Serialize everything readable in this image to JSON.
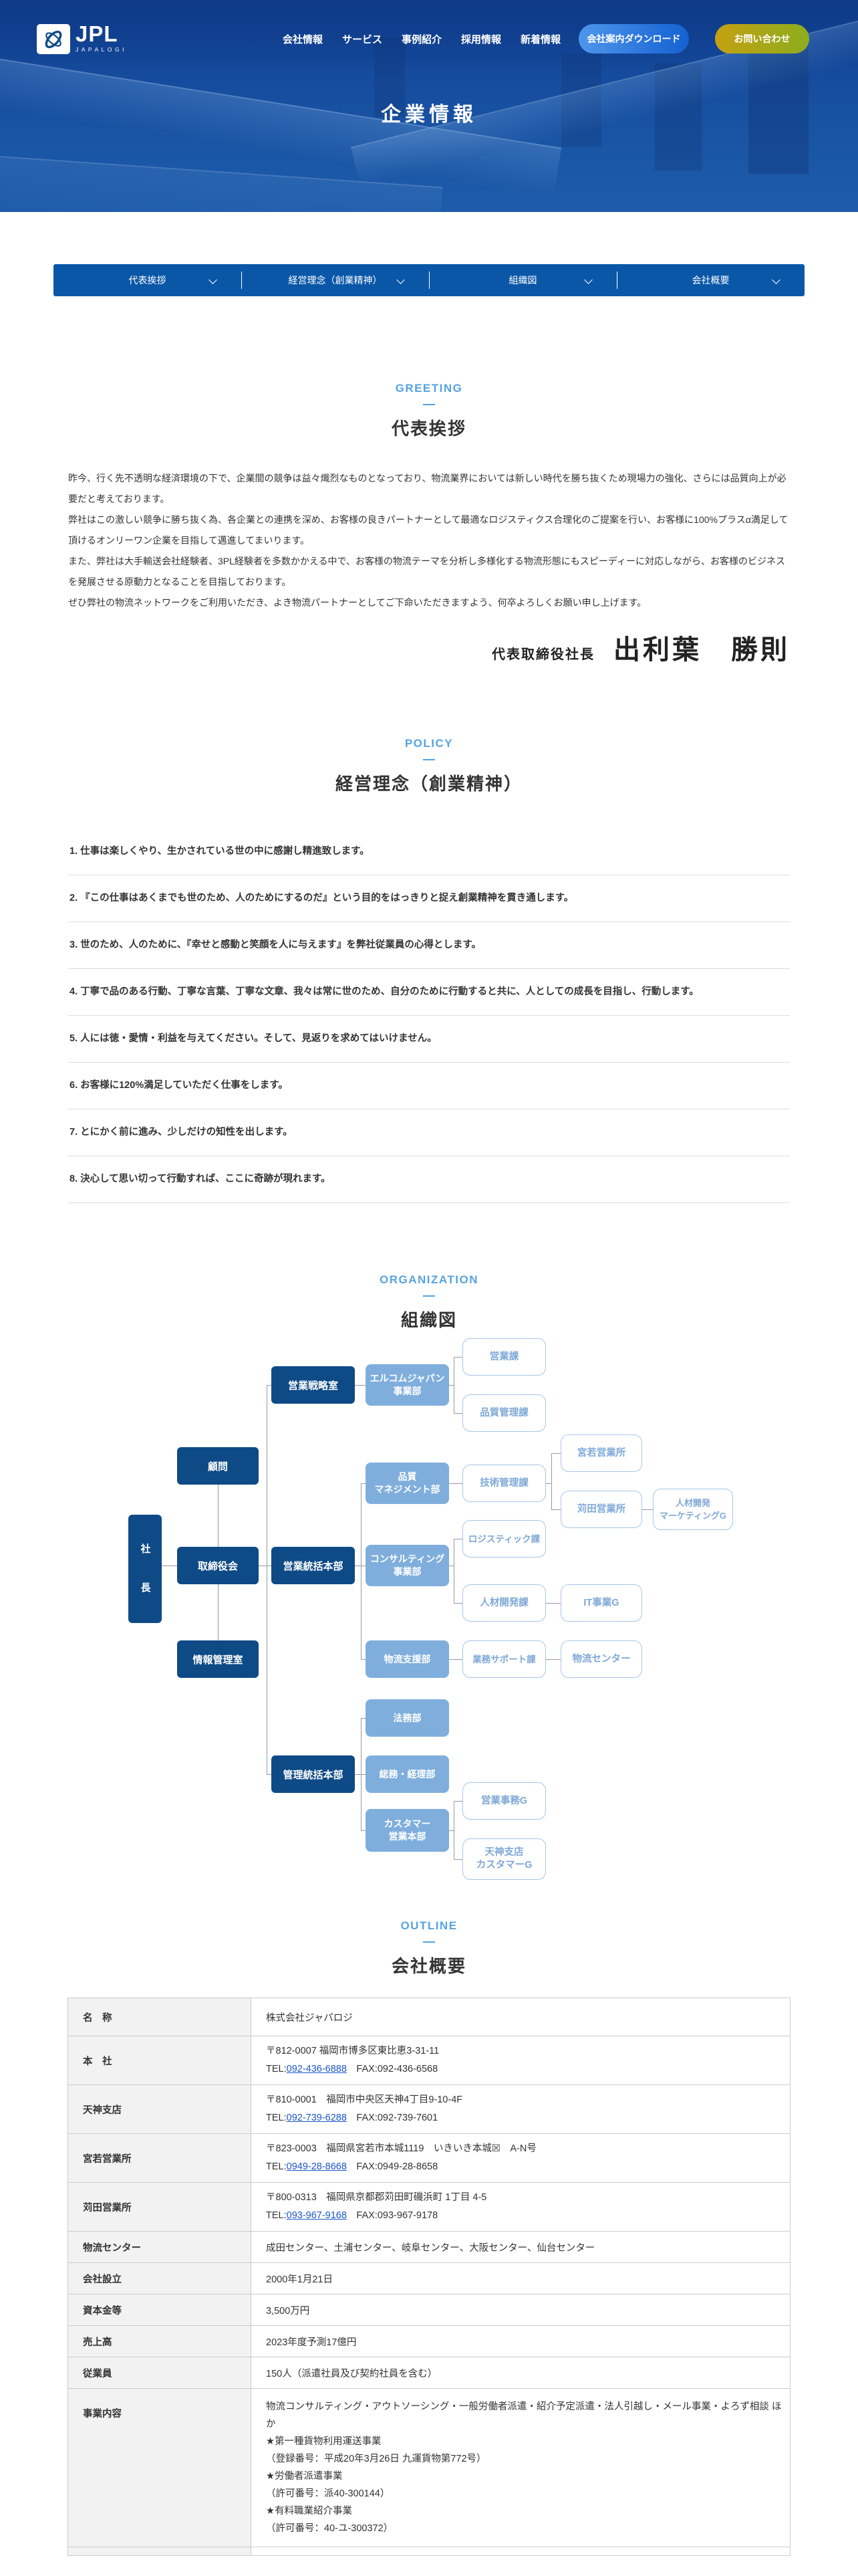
{
  "colors": {
    "header_blue": "#154A9D",
    "anchor_bar_blue": "#0A57A8",
    "section_label_blue": "#57A3DF",
    "org_dark_blue": "#0E4A86",
    "org_light_blue": "#7FAEDC",
    "org_outline_blue": "#A6C6E8",
    "link_blue": "#1A56C8",
    "download_gradient": [
      "#4E96EC",
      "#1461D2"
    ],
    "contact_gradient": [
      "#C5A012",
      "#8CAD1E"
    ]
  },
  "header": {
    "logo": {
      "text": "JPL",
      "subtext": "JAPALOGI"
    },
    "nav": [
      "会社情報",
      "サービス",
      "事例紹介",
      "採用情報",
      "新着情報"
    ],
    "download_button": "会社案内ダウンロード",
    "contact_button": "お問い合わせ"
  },
  "hero": {
    "title": "企業情報"
  },
  "anchor_nav": [
    {
      "label": "代表挨拶"
    },
    {
      "label": "経営理念（創業精神）"
    },
    {
      "label": "組織図"
    },
    {
      "label": "会社概要"
    }
  ],
  "greeting": {
    "label": "GREETING",
    "title": "代表挨拶",
    "paragraphs": [
      "昨今、行く先不透明な経済環境の下で、企業間の競争は益々熾烈なものとなっており、物流業界においては新しい時代を勝ち抜くため現場力の強化、さらには品質向上が必要だと考えております。",
      "弊社はこの激しい競争に勝ち抜く為、各企業との連携を深め、お客様の良きパートナーとして最適なロジスティクス合理化のご提案を行い、お客様に100%プラスα満足して頂けるオンリーワン企業を目指して邁進してまいります。",
      "また、弊社は大手輸送会社経験者、3PL経験者を多数かかえる中で、お客様の物流テーマを分析し多様化する物流形態にもスピーディーに対応しながら、お客様のビジネスを発展させる原動力となることを目指しております。",
      "ぜひ弊社の物流ネットワークをご利用いただき、よき物流パートナーとしてご下命いただきますよう、何卒よろしくお願い申し上げます。"
    ],
    "signature_title": "代表取締役社長",
    "signature_name": "出利葉　勝則"
  },
  "policy": {
    "label": "POLICY",
    "title": "経営理念（創業精神）",
    "items": [
      "1. 仕事は楽しくやり、生かされている世の中に感謝し精進致します。",
      "2. 『この仕事はあくまでも世のため、人のためにするのだ』という目的をはっきりと捉え創業精神を貫き通します。",
      "3. 世のため、人のために、『幸せと感動と笑顔を人に与えます』を弊社従業員の心得とします。",
      "4. 丁寧で品のある行動、丁寧な言葉、丁寧な文章、我々は常に世のため、自分のために行動すると共に、人としての成長を目指し、行動します。",
      "5. 人には徳・愛情・利益を与えてください。そして、見返りを求めてはいけません。",
      "6. お客様に120%満足していただく仕事をします。",
      "7. とにかく前に進み、少しだけの知性を出します。",
      "8. 決心して思い切って行動すれば、ここに奇跡が現れます。"
    ]
  },
  "organization": {
    "label": "ORGANIZATION",
    "title": "組織図",
    "nodes": [
      {
        "id": "president",
        "label": "社　長"
      },
      {
        "id": "komon",
        "label": "顧問"
      },
      {
        "id": "torishimari",
        "label": "取締役会"
      },
      {
        "id": "joho",
        "label": "情報管理室"
      },
      {
        "id": "senryaku",
        "label": "営業戦略室"
      },
      {
        "id": "eigyo-tokatsu",
        "label": "営業統括本部"
      },
      {
        "id": "kanri-tokatsu",
        "label": "管理統括本部"
      },
      {
        "id": "elcom",
        "label": "エルコムジャパン\n事業部"
      },
      {
        "id": "hinshitsu-mgmt",
        "label": "品質\nマネジメント部"
      },
      {
        "id": "consulting",
        "label": "コンサルティング\n事業部"
      },
      {
        "id": "butsuryu-shien",
        "label": "物流支援部"
      },
      {
        "id": "homu",
        "label": "法務部"
      },
      {
        "id": "somu",
        "label": "総務・経理部"
      },
      {
        "id": "customer",
        "label": "カスタマー\n営業本部"
      },
      {
        "id": "eigyo-ka",
        "label": "営業課"
      },
      {
        "id": "hinshitsu-kanri",
        "label": "品質管理課"
      },
      {
        "id": "gijutsu",
        "label": "技術管理課"
      },
      {
        "id": "logistic",
        "label": "ロジスティック課"
      },
      {
        "id": "jinzai-kaihatsu",
        "label": "人材開発課"
      },
      {
        "id": "gyomu-support",
        "label": "業務サポート課"
      },
      {
        "id": "eigyo-jimu",
        "label": "営業事務G"
      },
      {
        "id": "tenjin-customer",
        "label": "天神支店\nカスタマーG"
      },
      {
        "id": "miyawaka",
        "label": "宮若営業所"
      },
      {
        "id": "kanda",
        "label": "苅田営業所"
      },
      {
        "id": "it",
        "label": "IT事業G"
      },
      {
        "id": "butsuryu-center",
        "label": "物流センター"
      },
      {
        "id": "jinzai-mkt",
        "label": "人材開発\nマーケティングG"
      }
    ]
  },
  "outline": {
    "label": "OUTLINE",
    "title": "会社概要",
    "rows": [
      {
        "label": "名　称",
        "text": "株式会社ジャパロジ"
      },
      {
        "label": "本　社",
        "address": "〒812-0007 福岡市博多区東比恵3-31-11",
        "tel_label": "TEL:",
        "tel": "092-436-6888",
        "fax": "　FAX:092-436-6568"
      },
      {
        "label": "天神支店",
        "address": "〒810-0001　福岡市中央区天神4丁目9-10-4F",
        "tel_label": "TEL:",
        "tel": "092-739-6288",
        "fax": "　FAX:092-739-7601"
      },
      {
        "label": "宮若営業所",
        "address": "〒823-0003　福岡県宮若市本城1119　いきいき本城☒　A-N号",
        "tel_label": "TEL:",
        "tel": "0949-28-8668",
        "fax": "　FAX:0949-28-8658"
      },
      {
        "label": "苅田営業所",
        "address": "〒800-0313　福岡県京都郡苅田町磯浜町 1丁目 4-5",
        "tel_label": "TEL:",
        "tel": "093-967-9168",
        "fax": "　FAX:093-967-9178"
      },
      {
        "label": "物流センター",
        "text": "成田センター、土浦センター、岐阜センター、大阪センター、仙台センター"
      },
      {
        "label": "会社設立",
        "text": "2000年1月21日"
      },
      {
        "label": "資本金等",
        "text": "3,500万円"
      },
      {
        "label": "売上高",
        "text": "2023年度予測17億円"
      },
      {
        "label": "従業員",
        "text": "150人（派遣社員及び契約社員を含む）"
      },
      {
        "label": "事業内容",
        "lines": [
          "物流コンサルティング・アウトソーシング・一般労働者派遣・紹介予定派遣・法人引越し・メール事業・よろず相談 ほか",
          "★第一種貨物利用運送事業",
          "（登録番号：平成20年3月26日 九運貨物第772号）",
          "★労働者派遣事業",
          "（許可番号：派40-300144）",
          "★有料職業紹介事業",
          "（許可番号：40-ユ-300372）"
        ]
      }
    ]
  }
}
